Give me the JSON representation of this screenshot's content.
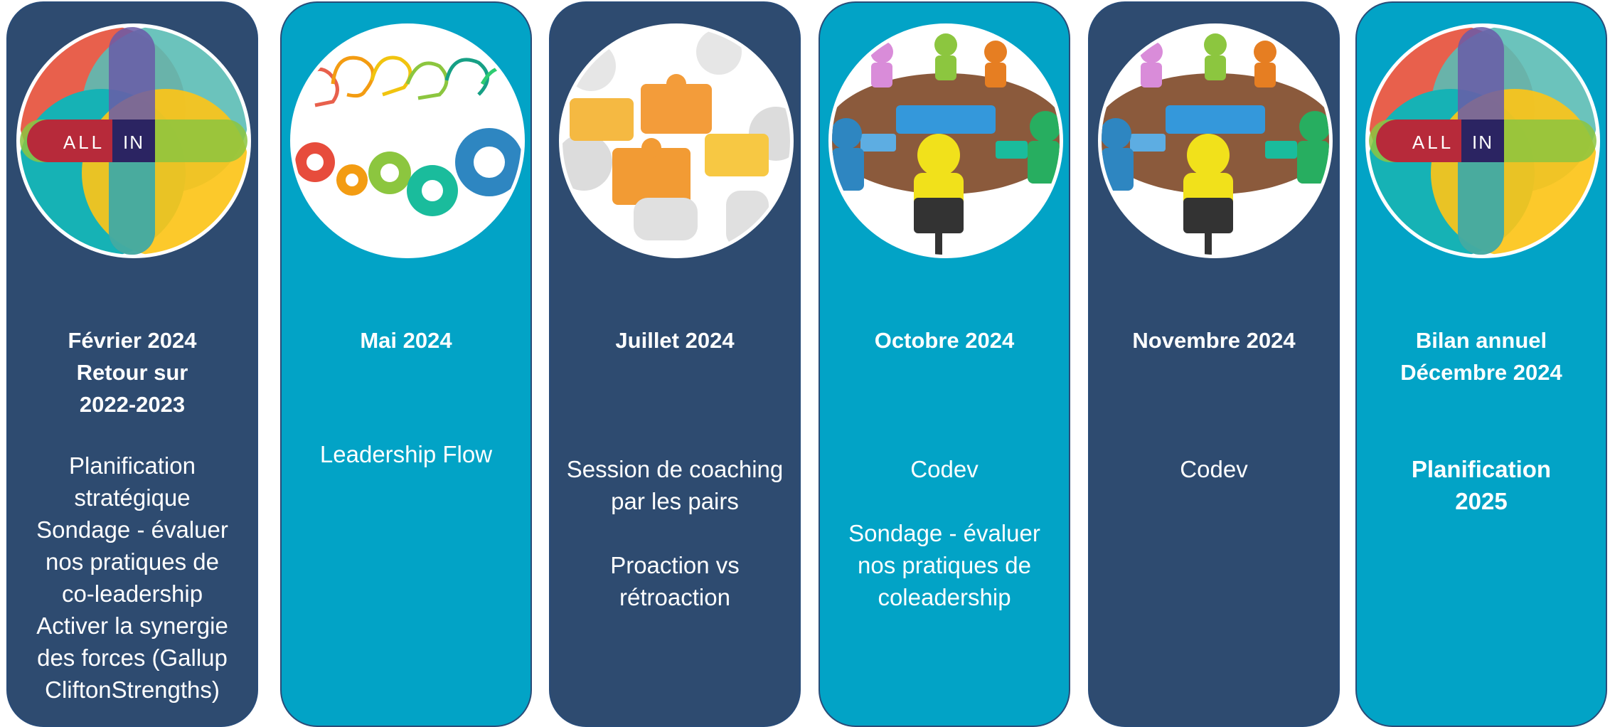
{
  "columns": [
    {
      "image": "all-in-logo",
      "logo": {
        "left": "ALL",
        "right": "IN"
      },
      "title": [
        "Février 2024",
        "Retour sur",
        "2022-2023"
      ],
      "body": [
        "Planification",
        "stratégique",
        "Sondage - évaluer",
        "nos pratiques de",
        "co-leadership",
        "Activer la synergie",
        "des forces (Gallup",
        "CliftonStrengths)"
      ]
    },
    {
      "image": "people-and-gears-illustration",
      "title": [
        "Mai 2024"
      ],
      "body": [
        "Leadership Flow"
      ]
    },
    {
      "image": "puzzle-pieces-people-illustration",
      "title": [
        "Juillet 2024"
      ],
      "body": [
        "Session de coaching",
        "par les pairs",
        "",
        "Proaction vs",
        "rétroaction"
      ]
    },
    {
      "image": "round-table-puzzle-meeting-illustration",
      "title": [
        "Octobre 2024"
      ],
      "body": [
        "Codev",
        "",
        "Sondage - évaluer",
        "nos pratiques de",
        "coleadership"
      ]
    },
    {
      "image": "round-table-puzzle-meeting-illustration",
      "title": [
        "Novembre 2024"
      ],
      "body": [
        "Codev"
      ]
    },
    {
      "image": "all-in-logo",
      "logo": {
        "left": "ALL",
        "right": "IN"
      },
      "title": [
        "Bilan annuel",
        "Décembre 2024"
      ],
      "body_bold": [
        "Planification",
        "2025"
      ]
    }
  ],
  "colors": {
    "dark_column": "#2e4b70",
    "light_column": "#02a3c6",
    "text": "#ffffff",
    "logo_red": "#e8604c",
    "logo_teal": "#5bbdb5",
    "logo_purple": "#6a5aa8",
    "logo_green": "#8cc63f",
    "logo_yellow": "#fcc419",
    "logo_cyan": "#16b2b5",
    "logo_band_red": "#b72a3a",
    "logo_band_navy": "#2b2462"
  }
}
